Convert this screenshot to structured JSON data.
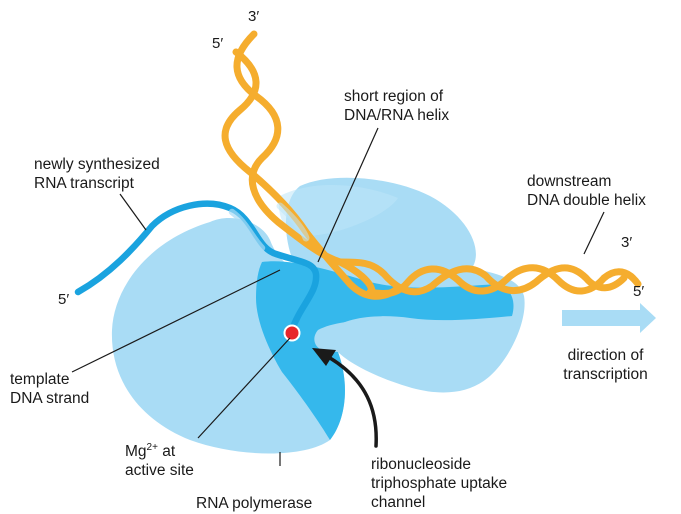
{
  "labels": {
    "nascent_rna": [
      "newly synthesized",
      "RNA transcript"
    ],
    "hybrid_helix": [
      "short region of",
      "DNA/RNA helix"
    ],
    "downstream": [
      "downstream",
      "DNA double helix"
    ],
    "template": [
      "template",
      "DNA strand"
    ],
    "direction": [
      "direction of",
      "transcription"
    ],
    "mg_prefix": "Mg",
    "mg_sup": "2+",
    "mg_suffix": " at",
    "mg_line2": "active site",
    "uptake": [
      "ribonucleoside",
      "triphosphate uptake",
      "channel"
    ],
    "polymerase": "RNA polymerase"
  },
  "strand_ends": {
    "top_three_prime": "3′",
    "top_five_prime": "5′",
    "rna_five_prime": "5′",
    "right_three_prime": "3′",
    "right_five_prime": "5′"
  },
  "colors": {
    "polymerase": "#a9dcf5",
    "channel": "#35b8ec",
    "rna": "#1aa3df",
    "dna": "#f5ad2e",
    "mg_ion": "#e8262b",
    "arrow": "#a9dcf5",
    "leader": "#1a1a1a"
  }
}
